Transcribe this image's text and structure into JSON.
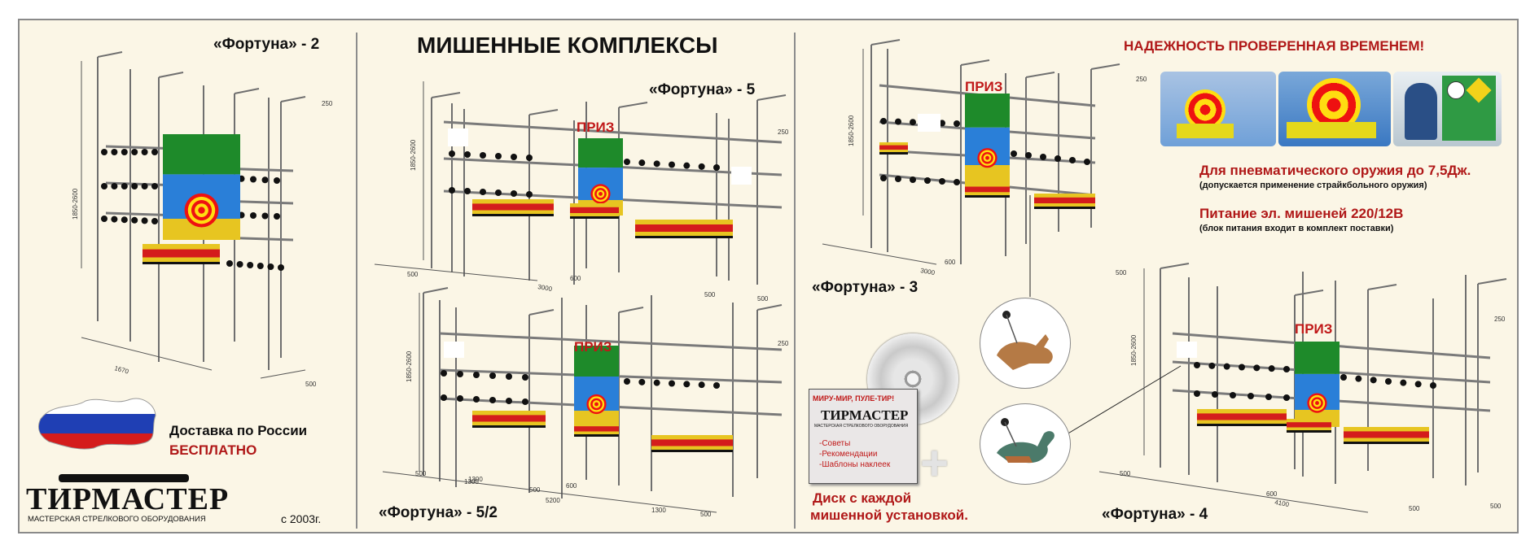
{
  "heading": "МИШЕННЫЕ КОМПЛЕКСЫ",
  "slogan": "НАДЕЖНОСТЬ ПРОВЕРЕННАЯ ВРЕМЕНЕМ!",
  "products": {
    "f2": "«Фортуна» - 2",
    "f5": "«Фортуна» - 5",
    "f52": "«Фортуна» - 5/2",
    "f3": "«Фортуна» - 3",
    "f4": "«Фортуна» - 4"
  },
  "delivery": {
    "line1": "Доставка по России",
    "line2": "БЕСПЛАТНО"
  },
  "logo": {
    "name": "ТИРМАСТЕР",
    "sub": "МАСТЕРСКАЯ СТРЕЛКОВОГО ОБОРУДОВАНИЯ",
    "since": "с 2003г."
  },
  "info": {
    "air_title": "Для пневматического оружия до 7,5Дж.",
    "air_note": "(допускается применение страйкбольного оружия)",
    "power_title": "Питание эл. мишеней 220/12В",
    "power_note": "(блок питания входит в  комплект поставки)"
  },
  "disc": {
    "box_title": "МИРУ-МИР, ПУЛЕ-ТИР!",
    "box_brand": "ТИРМАСТЕР",
    "box_brand_sub": "МАСТЕРСКАЯ СТРЕЛКОВОГО ОБОРУДОВАНИЯ",
    "box_items": [
      "-Советы",
      "-Рекомендации",
      "-Шаблоны наклеек"
    ],
    "caption1": "Диск с каждой",
    "caption2": "мишенной установкой."
  },
  "prize_label": "ПРИЗ",
  "dimensions": {
    "f2": [
      "1850-2600",
      "250",
      "1670",
      "500"
    ],
    "f5": [
      "1850-2600",
      "250",
      "500",
      "600",
      "3000",
      "500",
      "500"
    ],
    "f52": [
      "1850-2600",
      "250",
      "500",
      "1300",
      "500",
      "600",
      "5200",
      "1300",
      "500"
    ],
    "f3": [
      "1850-2600",
      "250",
      "600",
      "3000",
      "500"
    ],
    "f4": [
      "1850-2600",
      "250",
      "500",
      "600",
      "4100",
      "500",
      "500"
    ]
  },
  "colors": {
    "accent_red": "#c01818",
    "flag_white": "#ffffff",
    "flag_blue": "#1f3fb4",
    "flag_red": "#d41c1c",
    "panel_green": "#1e8a2a",
    "panel_blue": "#2a7fd8",
    "panel_yellow": "#f2d21a"
  }
}
